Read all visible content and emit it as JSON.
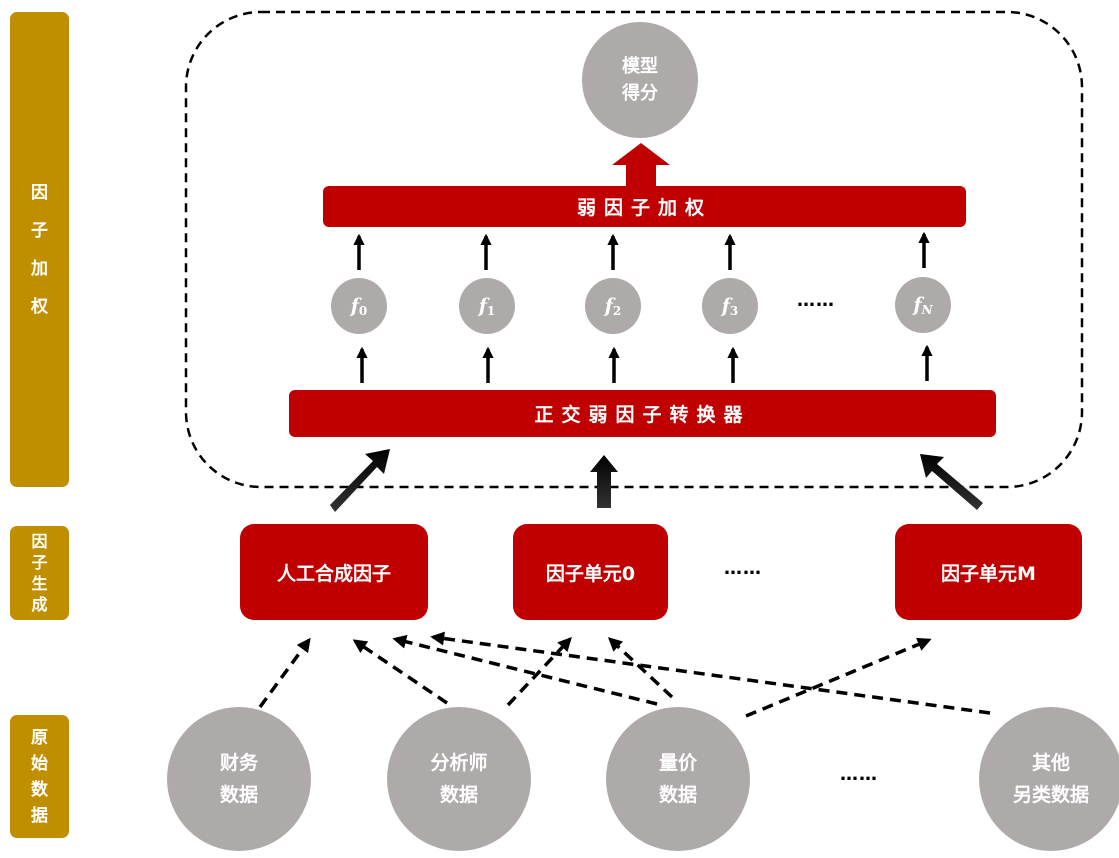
{
  "sidebar": {
    "layers": [
      {
        "id": "weighting",
        "label": "因子加权",
        "chars": [
          "因",
          "子",
          "加",
          "权"
        ]
      },
      {
        "id": "generation",
        "label": "因子生成",
        "chars": [
          "因",
          "子",
          "生",
          "成"
        ]
      },
      {
        "id": "raw_data",
        "label": "原始数据",
        "chars": [
          "原",
          "始",
          "数",
          "据"
        ]
      }
    ]
  },
  "model_score": {
    "line1": "模型",
    "line2": "得分"
  },
  "weak_factor_weighting": {
    "label": "弱因子加权"
  },
  "orthogonal_converter": {
    "label": "正交弱因子转换器"
  },
  "weak_factors": [
    {
      "base": "f",
      "sub": "0"
    },
    {
      "base": "f",
      "sub": "1"
    },
    {
      "base": "f",
      "sub": "2"
    },
    {
      "base": "f",
      "sub": "3"
    },
    {
      "base": "f",
      "sub": "N"
    }
  ],
  "weak_factor_ellipsis": "……",
  "factor_units": [
    {
      "label": "人工合成因子"
    },
    {
      "label": "因子单元0"
    },
    {
      "label": "因子单元M"
    }
  ],
  "factor_unit_ellipsis": "……",
  "raw_sources": [
    {
      "line1": "财务",
      "line2": "数据"
    },
    {
      "line1": "分析师",
      "line2": "数据"
    },
    {
      "line1": "量价",
      "line2": "数据"
    },
    {
      "line1": "其他",
      "line2": "另类数据"
    }
  ],
  "raw_ellipsis": "……",
  "edges": [
    {
      "from": "财务数据",
      "to": "人工合成因子"
    },
    {
      "from": "分析师数据",
      "to": "人工合成因子"
    },
    {
      "from": "量价数据",
      "to": "人工合成因子"
    },
    {
      "from": "其他另类数据",
      "to": "人工合成因子"
    },
    {
      "from": "分析师数据",
      "to": "因子单元0"
    },
    {
      "from": "量价数据",
      "to": "因子单元0"
    },
    {
      "from": "量价数据",
      "to": "因子单元M"
    }
  ],
  "colors": {
    "sidebar": "#c08f00",
    "red": "#c00000",
    "gray_node": "#aeaaaa",
    "arrow": "#000000"
  }
}
